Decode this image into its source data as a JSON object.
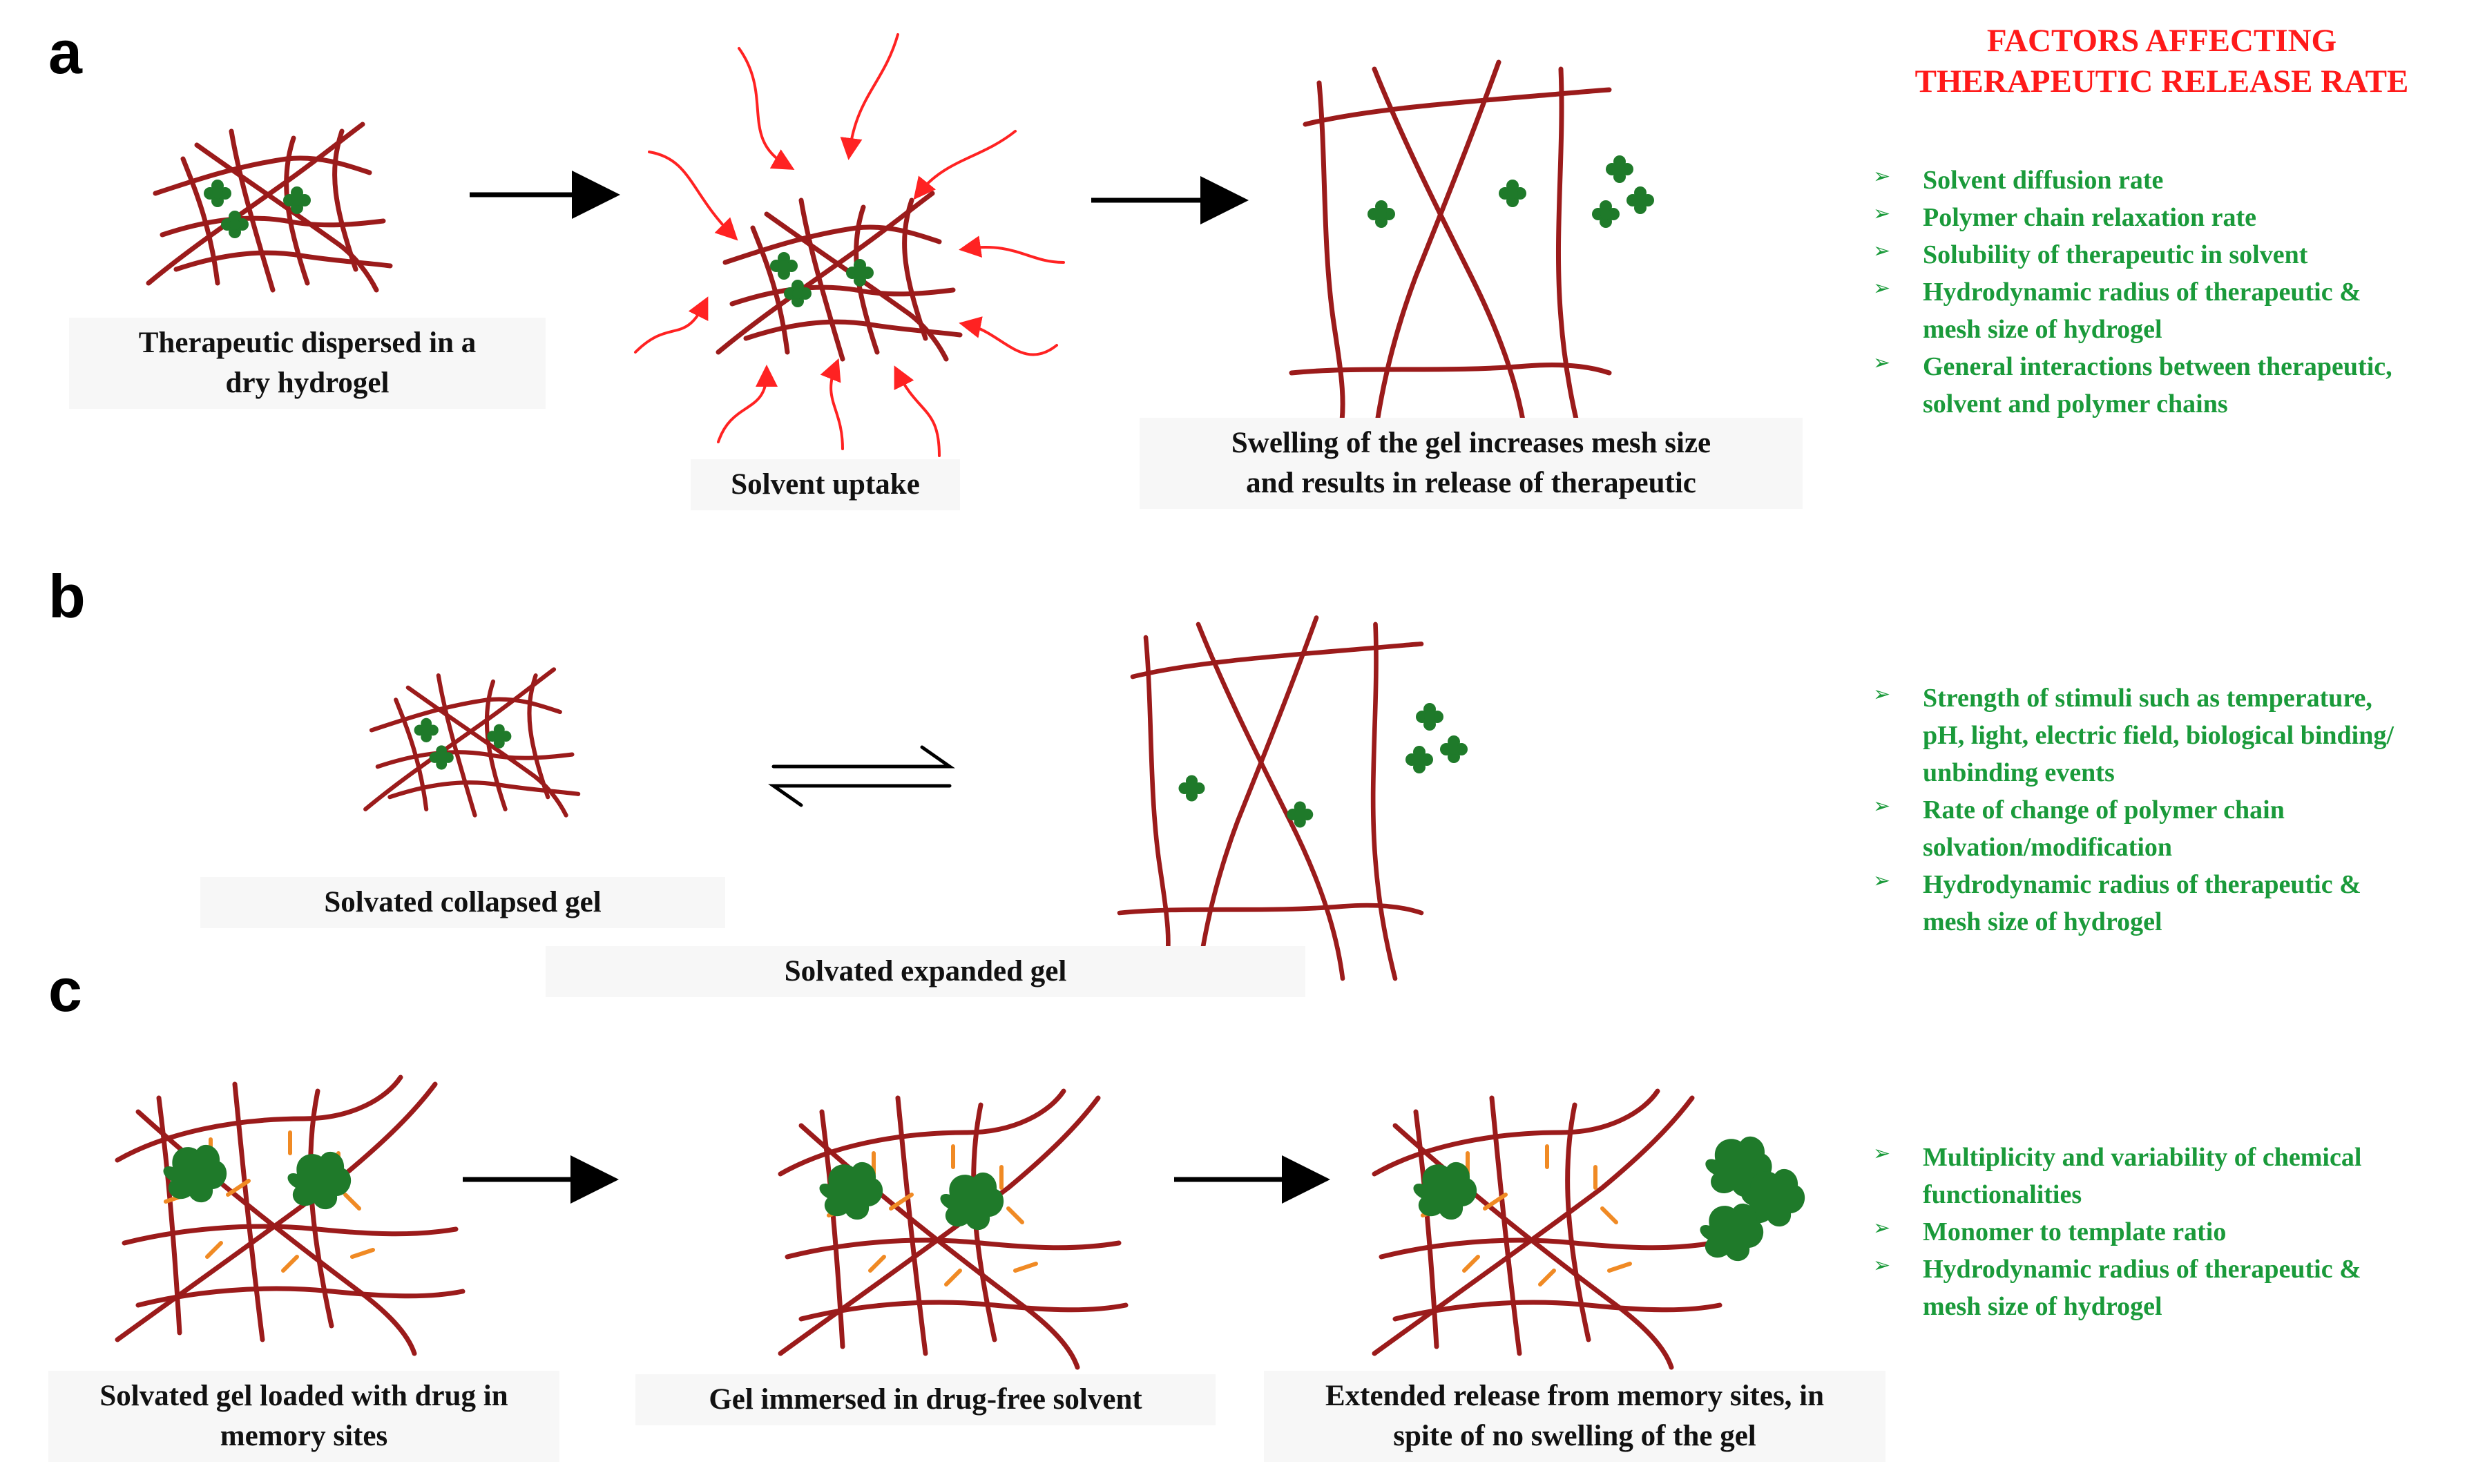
{
  "panels": {
    "a": "a",
    "b": "b",
    "c": "c"
  },
  "factors_title": [
    "FACTORS AFFECTING",
    "THERAPEUTIC RELEASE RATE"
  ],
  "panel_a": {
    "captions": {
      "dry": [
        "Therapeutic dispersed in a",
        "dry hydrogel"
      ],
      "uptake": [
        "Solvent uptake"
      ],
      "swelling": [
        "Swelling of the gel increases mesh size",
        "and results in release of therapeutic"
      ]
    },
    "factors": [
      [
        "Solvent diffusion rate"
      ],
      [
        "Polymer chain relaxation rate"
      ],
      [
        "Solubility of therapeutic in solvent"
      ],
      [
        "Hydrodynamic radius of therapeutic &",
        "mesh size of hydrogel"
      ],
      [
        "General interactions between therapeutic,",
        "solvent and polymer chains"
      ]
    ]
  },
  "panel_b": {
    "captions": {
      "collapsed": [
        "Solvated collapsed gel"
      ],
      "expanded": [
        "Solvated expanded gel"
      ]
    },
    "factors": [
      [
        "Strength of stimuli such as temperature,",
        "pH, light, electric field, biological binding/",
        "unbinding events"
      ],
      [
        "Rate of change of polymer chain",
        "solvation/modification"
      ],
      [
        "Hydrodynamic radius of therapeutic &",
        "mesh size of hydrogel"
      ]
    ]
  },
  "panel_c": {
    "captions": {
      "loaded": [
        "Solvated gel loaded with drug in",
        "memory sites"
      ],
      "immersed": [
        "Gel immersed in drug-free solvent"
      ],
      "extended": [
        "Extended release from memory sites, in",
        "spite of no swelling of the gel"
      ]
    },
    "factors": [
      [
        "Multiplicity and variability of chemical",
        "functionalities"
      ],
      [
        "Monomer to template ratio"
      ],
      [
        "Hydrodynamic radius of therapeutic &",
        "mesh size of hydrogel"
      ]
    ]
  },
  "bullet_glyph": "➢",
  "colors": {
    "polymer": "#9b1b1b",
    "drug": "#1f7a2a",
    "solvent": "#ff2222",
    "site": "#f08a24",
    "factor_text": "#1a9a3a",
    "title": "#ff1a1a"
  }
}
